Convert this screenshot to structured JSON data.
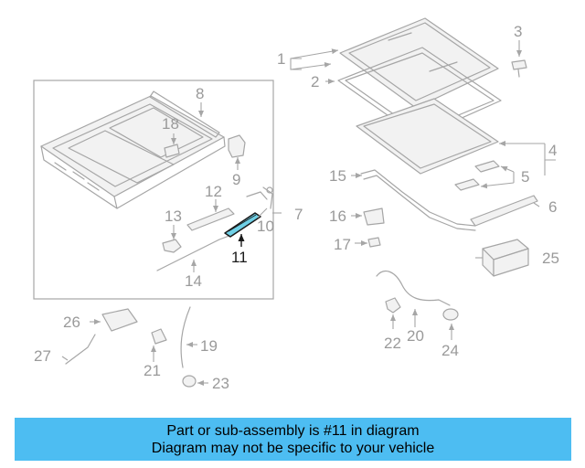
{
  "highlighted_part": "11",
  "callouts": {
    "c1": "1",
    "c2": "2",
    "c3": "3",
    "c4": "4",
    "c5": "5",
    "c6": "6",
    "c7": "7",
    "c8": "8",
    "c9": "9",
    "c10": "10",
    "c11": "11",
    "c12": "12",
    "c13": "13",
    "c14": "14",
    "c15": "15",
    "c16": "16",
    "c17": "17",
    "c18": "18",
    "c19": "19",
    "c20": "20",
    "c21": "21",
    "c22": "22",
    "c23": "23",
    "c24": "24",
    "c25": "25",
    "c26": "26",
    "c27": "27"
  },
  "banner": {
    "line1": "Part or sub-assembly is #11 in diagram",
    "line2": "Diagram may not be specific to your vehicle"
  },
  "colors": {
    "banner_bg": "#4dbdf2",
    "highlight_part_fill": "#6fd0e6",
    "line_gray": "#a6a6a6"
  }
}
